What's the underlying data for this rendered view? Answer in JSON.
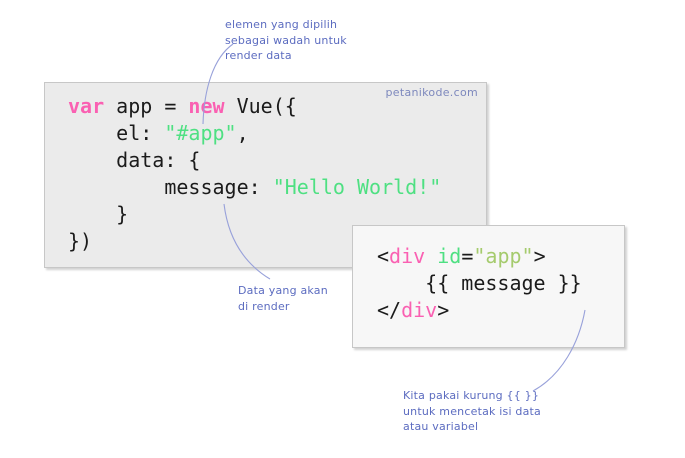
{
  "watermark": {
    "text": "petanikode.com",
    "color": "#7d88bd"
  },
  "colors": {
    "keyword_pink": "#fa60b2",
    "string_green": "#4ee082",
    "attr_value_olive": "#a5cb6d",
    "code_text": "#1b1b1b",
    "annotation_blue": "#5c6cc0",
    "curve_blue": "#98a1da",
    "js_block_bg": "#ebebeb",
    "html_block_bg": "#f7f7f7",
    "block_border": "#c7c7c7"
  },
  "js_block": {
    "l1a": "var",
    "l1b": " app = ",
    "l1c": "new",
    "l1d": " Vue({",
    "l2a": "    el: ",
    "l2b": "\"#app\"",
    "l2c": ",",
    "l3": "    data: {",
    "l4a": "        message: ",
    "l4b": "\"Hello World!\"",
    "l5": "    }",
    "l6": "})"
  },
  "html_block": {
    "l1a": "<",
    "l1b": "div",
    "l1c": " ",
    "l1d": "id",
    "l1e": "=",
    "l1f": "\"app\"",
    "l1g": ">",
    "l2": "    {{ message }}",
    "l3a": "</",
    "l3b": "div",
    "l3c": ">"
  },
  "annotations": {
    "element_note": {
      "line1": "elemen yang dipilih",
      "line2": "sebagai wadah untuk",
      "line3": "render data"
    },
    "data_note": {
      "line1": "Data yang akan",
      "line2": "di render"
    },
    "braces_note": {
      "line1": "Kita pakai kurung {{ }}",
      "line2": "untuk mencetak isi data",
      "line3": "atau variabel"
    }
  }
}
